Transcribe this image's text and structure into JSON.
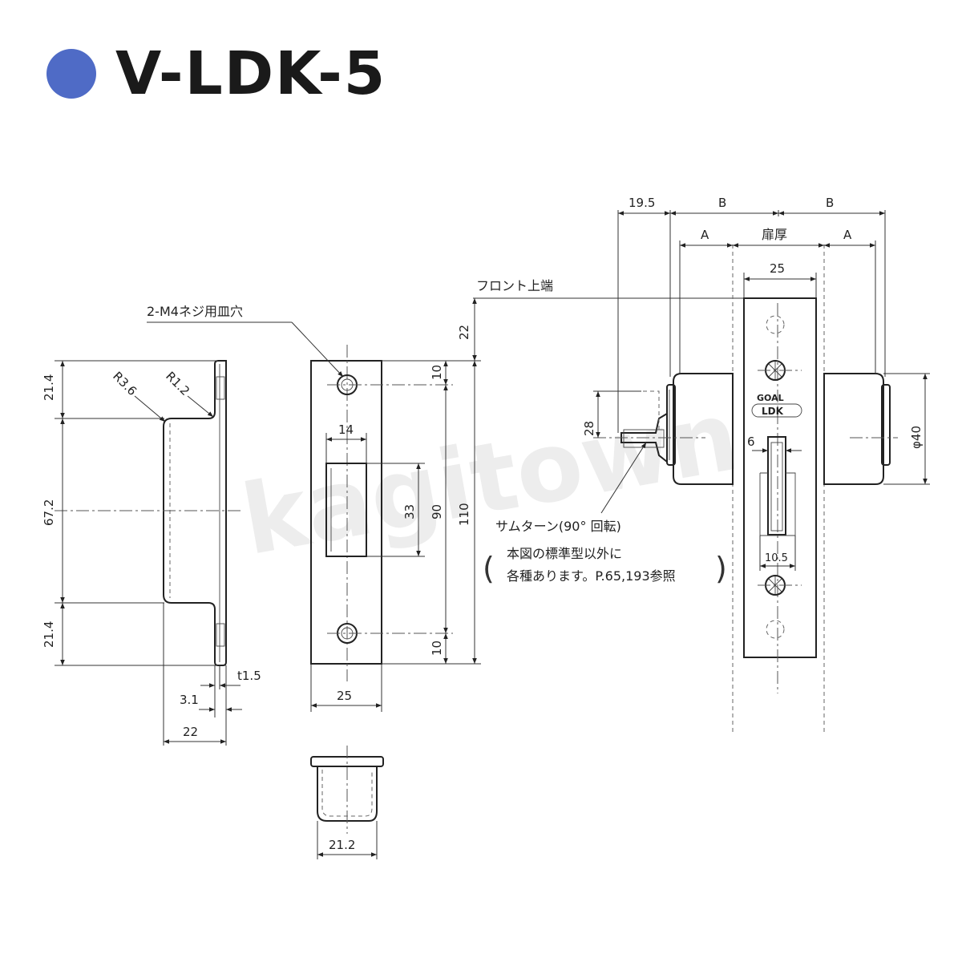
{
  "title": "V-LDK-5",
  "colors": {
    "dot": "#4f6bc6",
    "line": "#222222"
  },
  "watermark": "kagitown",
  "strike_profile": {
    "top": "21.4",
    "middle": "67.2",
    "bottom": "21.4",
    "r_outer": "R3.6",
    "r_inner": "R1.2",
    "thickness": "t1.5",
    "lip": "3.1",
    "depth": "22"
  },
  "strike_front": {
    "screw_note": "2-M4ネジ用皿穴",
    "slot_width": "14",
    "slot_height": "33",
    "hole_top": "10",
    "hole_bottom": "10",
    "hole_pitch": "90",
    "height": "110",
    "width": "25",
    "to_top": "22"
  },
  "box": {
    "width": "21.2"
  },
  "lock": {
    "front_top_label": "フロント上端",
    "dim_19_5": "19.5",
    "dim_b_left": "B",
    "dim_b_right": "B",
    "dim_a_left": "A",
    "dim_a_right": "A",
    "door_thickness": "扉厚",
    "front_width": "25",
    "thumb_height": "28",
    "bolt_width": "6",
    "bolt_10_5": "10.5",
    "diameter": "φ40",
    "thumbturn_label": "サムターン(90° 回転)",
    "note_line1": "本図の標準型以外に",
    "note_line2": "各種あります。P.65,193参照",
    "logo_top": "GOAL",
    "logo_bottom": "LDK"
  }
}
